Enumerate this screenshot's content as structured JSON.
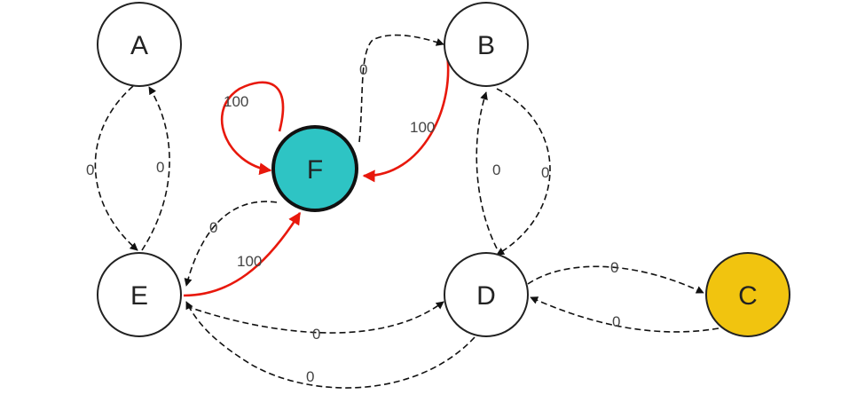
{
  "nodes": [
    {
      "id": "A",
      "label": "A",
      "fill": "#ffffff",
      "highlight": false
    },
    {
      "id": "B",
      "label": "B",
      "fill": "#ffffff",
      "highlight": false
    },
    {
      "id": "C",
      "label": "C",
      "fill": "#f1c40f",
      "highlight": false
    },
    {
      "id": "D",
      "label": "D",
      "fill": "#ffffff",
      "highlight": false
    },
    {
      "id": "E",
      "label": "E",
      "fill": "#ffffff",
      "highlight": false
    },
    {
      "id": "F",
      "label": "F",
      "fill": "#2ec4c4",
      "highlight": true
    }
  ],
  "edges": [
    {
      "from": "A",
      "to": "E",
      "weight": "0",
      "style": "dashed"
    },
    {
      "from": "E",
      "to": "A",
      "weight": "0",
      "style": "dashed"
    },
    {
      "from": "F",
      "to": "B",
      "weight": "0",
      "style": "dashed"
    },
    {
      "from": "B",
      "to": "F",
      "weight": "100",
      "style": "red"
    },
    {
      "from": "F",
      "to": "F",
      "weight": "100",
      "style": "red"
    },
    {
      "from": "F",
      "to": "E",
      "weight": "0",
      "style": "dashed"
    },
    {
      "from": "E",
      "to": "F",
      "weight": "100",
      "style": "red"
    },
    {
      "from": "D",
      "to": "B",
      "weight": "0",
      "style": "dashed"
    },
    {
      "from": "B",
      "to": "D",
      "weight": "0",
      "style": "dashed"
    },
    {
      "from": "D",
      "to": "C",
      "weight": "0",
      "style": "dashed"
    },
    {
      "from": "C",
      "to": "D",
      "weight": "0",
      "style": "dashed"
    },
    {
      "from": "E",
      "to": "D",
      "weight": "0",
      "style": "dashed"
    },
    {
      "from": "D",
      "to": "E",
      "weight": "0",
      "style": "dashed"
    }
  ]
}
